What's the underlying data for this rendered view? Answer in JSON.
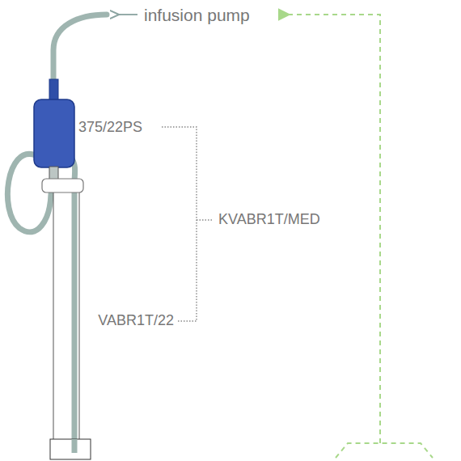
{
  "diagram": {
    "labels": [
      "infusion pump",
      "375/22PS",
      "KVABR1T/MED",
      "VABR1T/22"
    ]
  }
}
